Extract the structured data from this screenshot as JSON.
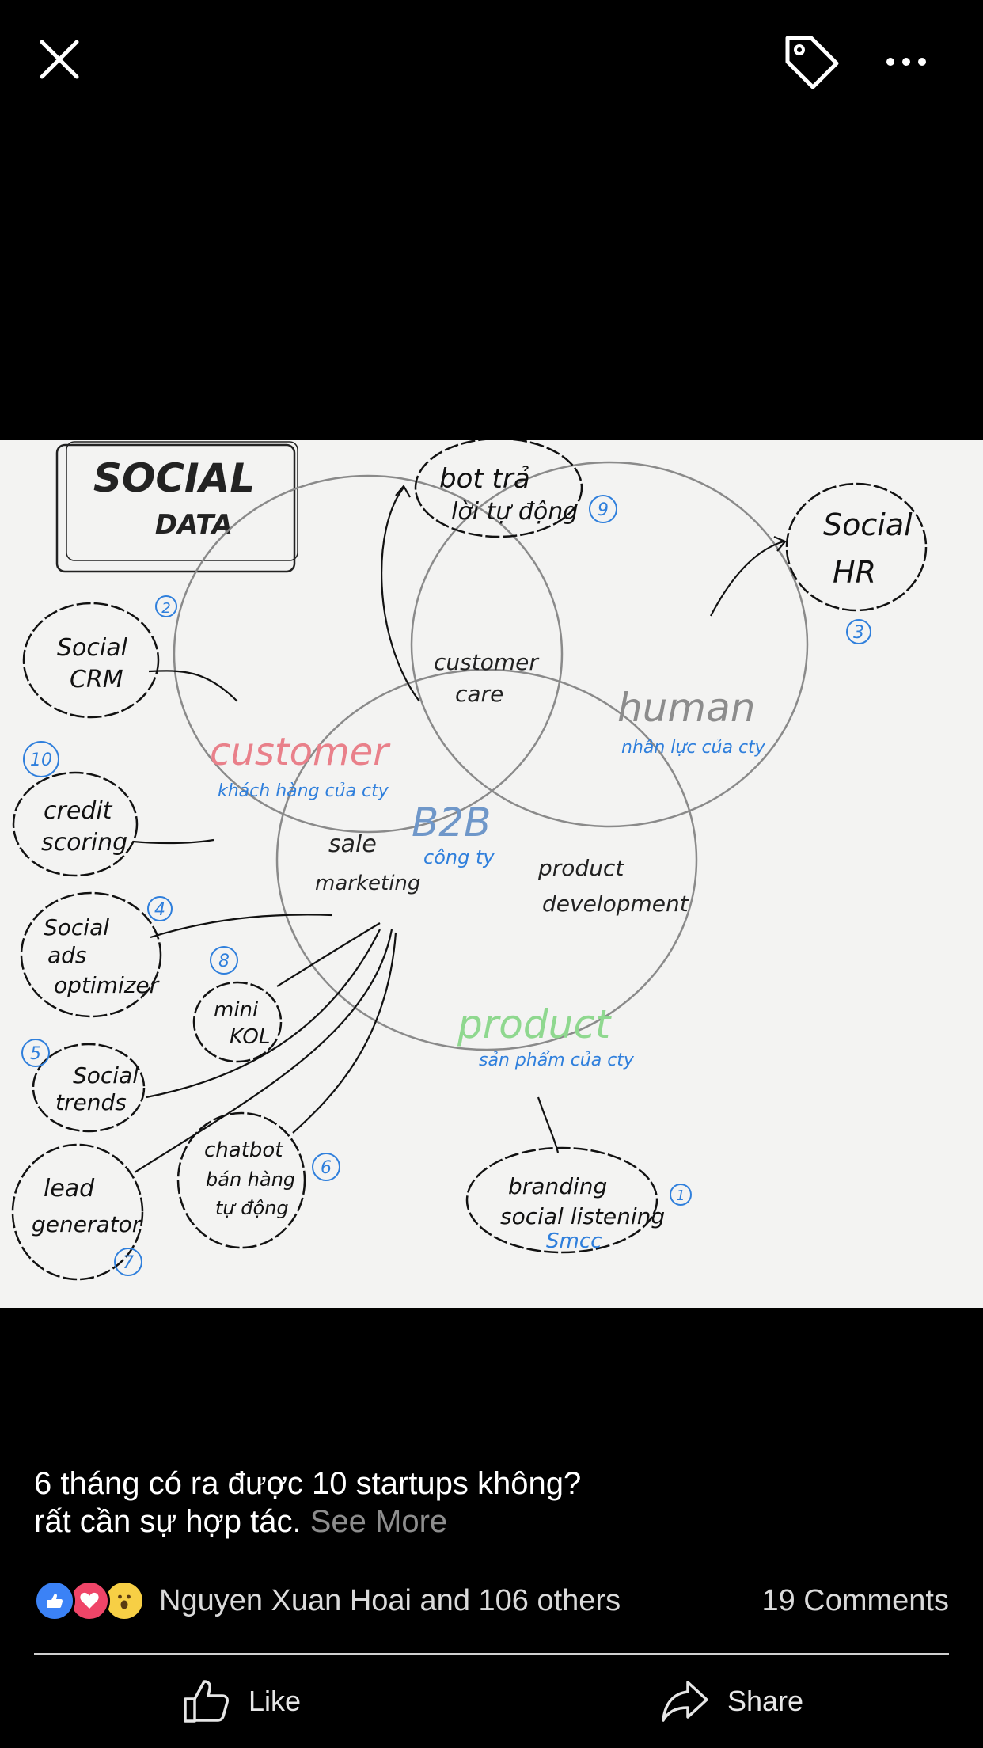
{
  "topbar": {
    "close_icon": "close-icon",
    "tag_icon": "tag-icon",
    "more_icon": "more-horizontal-icon"
  },
  "photo": {
    "title_line1": "SOCIAL",
    "title_line2": "DATA",
    "circles": {
      "customer": "customer",
      "customer_sub": "khách hàng của cty",
      "human": "human",
      "human_sub": "nhân lực của cty",
      "product": "product",
      "product_sub": "sản phẩm của cty",
      "center": "B2B",
      "center_sub": "công ty",
      "overlap_customer_human": [
        "customer",
        "care"
      ],
      "overlap_customer_product": [
        "sale",
        "marketing"
      ],
      "overlap_human_product": [
        "product",
        "development"
      ]
    },
    "clouds": [
      {
        "lines": [
          "bot trả",
          "lời tự động"
        ],
        "num": "9"
      },
      {
        "lines": [
          "Social",
          "HR"
        ],
        "num": "3"
      },
      {
        "lines": [
          "Social",
          "CRM"
        ],
        "num": "2"
      },
      {
        "lines": [
          "credit",
          "scoring"
        ],
        "num": "10"
      },
      {
        "lines": [
          "Social",
          "ads",
          "optimizer"
        ],
        "num": "4"
      },
      {
        "lines": [
          "mini",
          "KOL"
        ],
        "num": "8"
      },
      {
        "lines": [
          "Social",
          "trends"
        ],
        "num": "5"
      },
      {
        "lines": [
          "chatbot",
          "bán hàng",
          "tự động"
        ],
        "num": "6"
      },
      {
        "lines": [
          "lead",
          "generator"
        ],
        "num": "7"
      },
      {
        "lines": [
          "branding",
          "social listening",
          "Smcc"
        ],
        "num": "1"
      }
    ]
  },
  "caption": {
    "line1": "6 tháng có ra được 10 startups không?",
    "line2": "rất cần sự hợp tác.",
    "see_more": "See More"
  },
  "reactions": {
    "icons": [
      "like-reaction",
      "love-reaction",
      "wow-reaction"
    ],
    "names": "Nguyen Xuan Hoai and 106 others",
    "comments": "19 Comments"
  },
  "actions": {
    "like": "Like",
    "share": "Share"
  },
  "colors": {
    "background": "#000000",
    "customer": "#e9808a",
    "human": "#8c8c8c",
    "product": "#8fd88f",
    "annotation": "#2f7fdc",
    "see_more": "#8d8d8d"
  }
}
